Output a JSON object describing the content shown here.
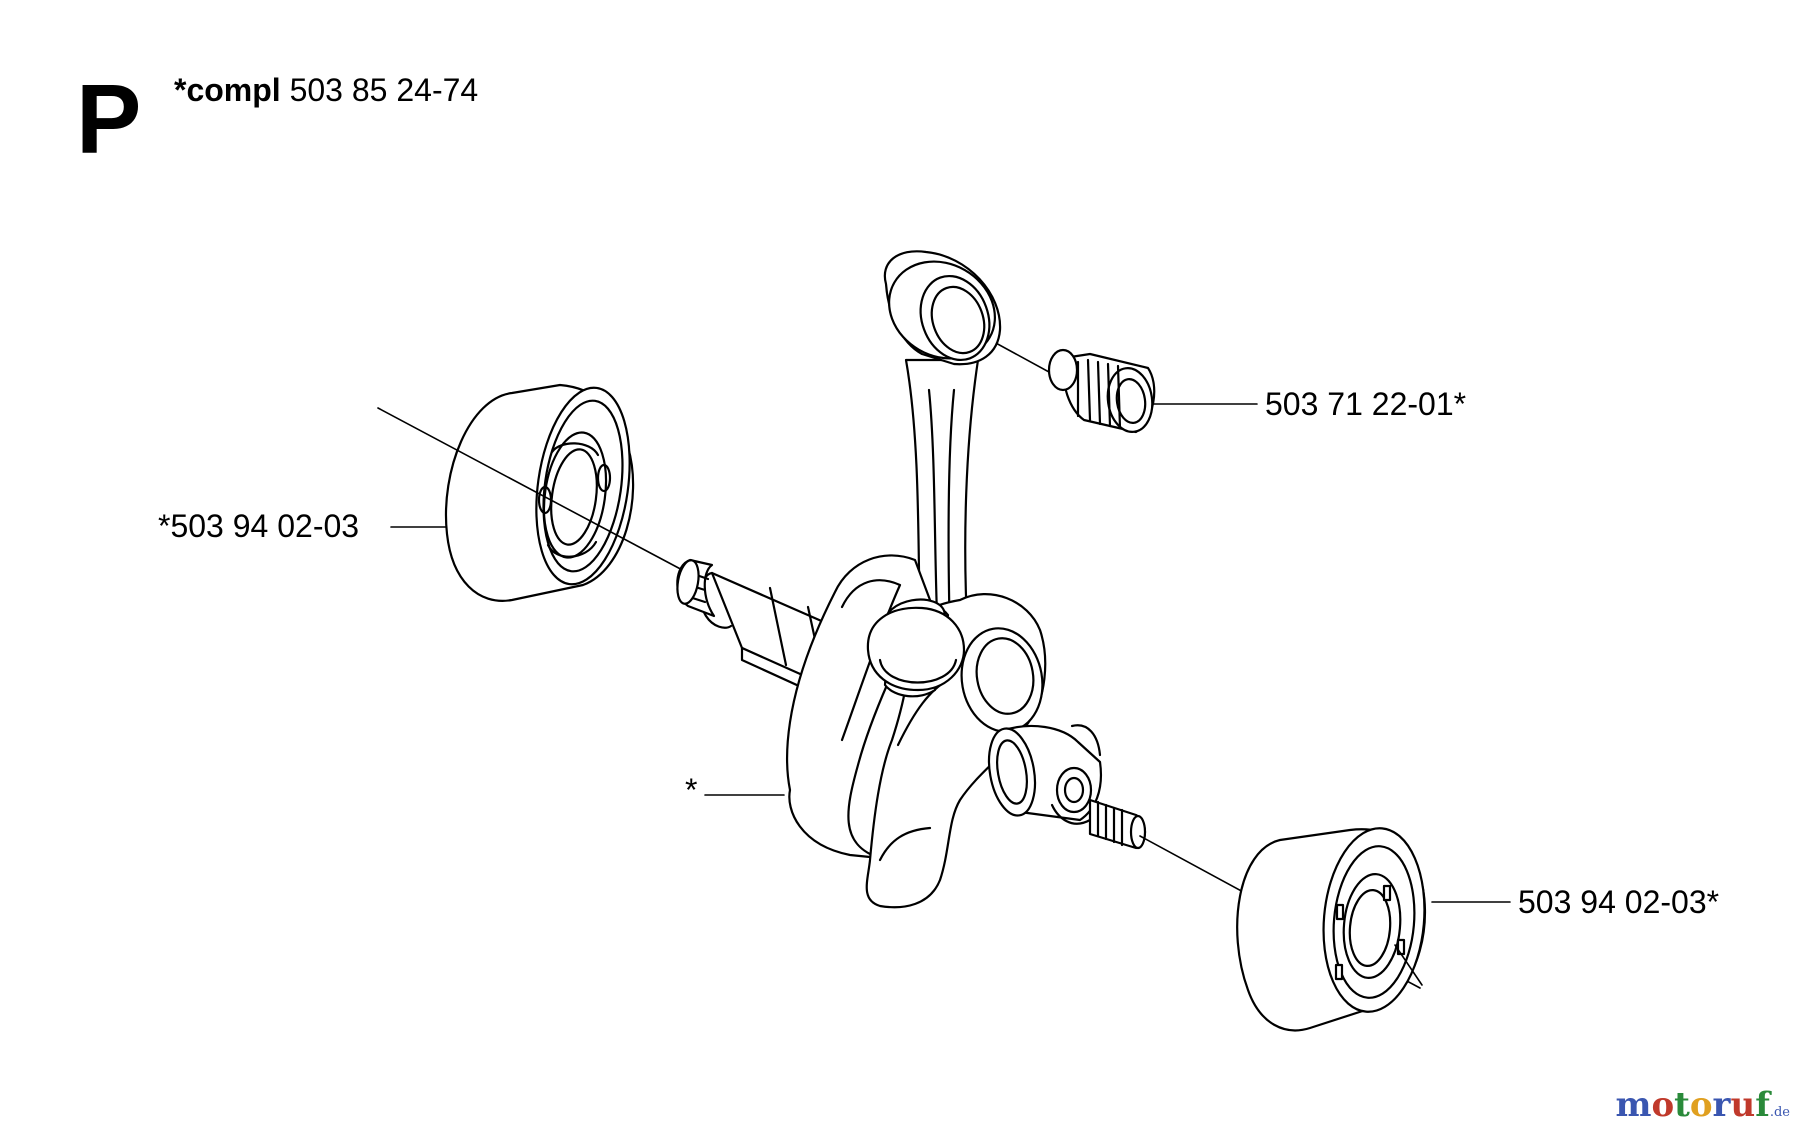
{
  "header": {
    "section_letter": "P",
    "compl_keyword": "*compl",
    "compl_number": "503 85 24-74"
  },
  "callouts": {
    "needle_bearing": "503 71 22-01*",
    "left_bearing": "*503 94 02-03",
    "crankshaft": "*",
    "right_bearing": "503 94 02-03*"
  },
  "watermark": {
    "segments": [
      {
        "text": "m",
        "color": "#3a56b0"
      },
      {
        "text": "o",
        "color": "#c0392b"
      },
      {
        "text": "t",
        "color": "#2a8a3a"
      },
      {
        "text": "o",
        "color": "#e0a020"
      },
      {
        "text": "r",
        "color": "#3a56b0"
      },
      {
        "text": "u",
        "color": "#c0392b"
      },
      {
        "text": "f",
        "color": "#2a8a3a"
      }
    ],
    "suffix": ".de"
  }
}
